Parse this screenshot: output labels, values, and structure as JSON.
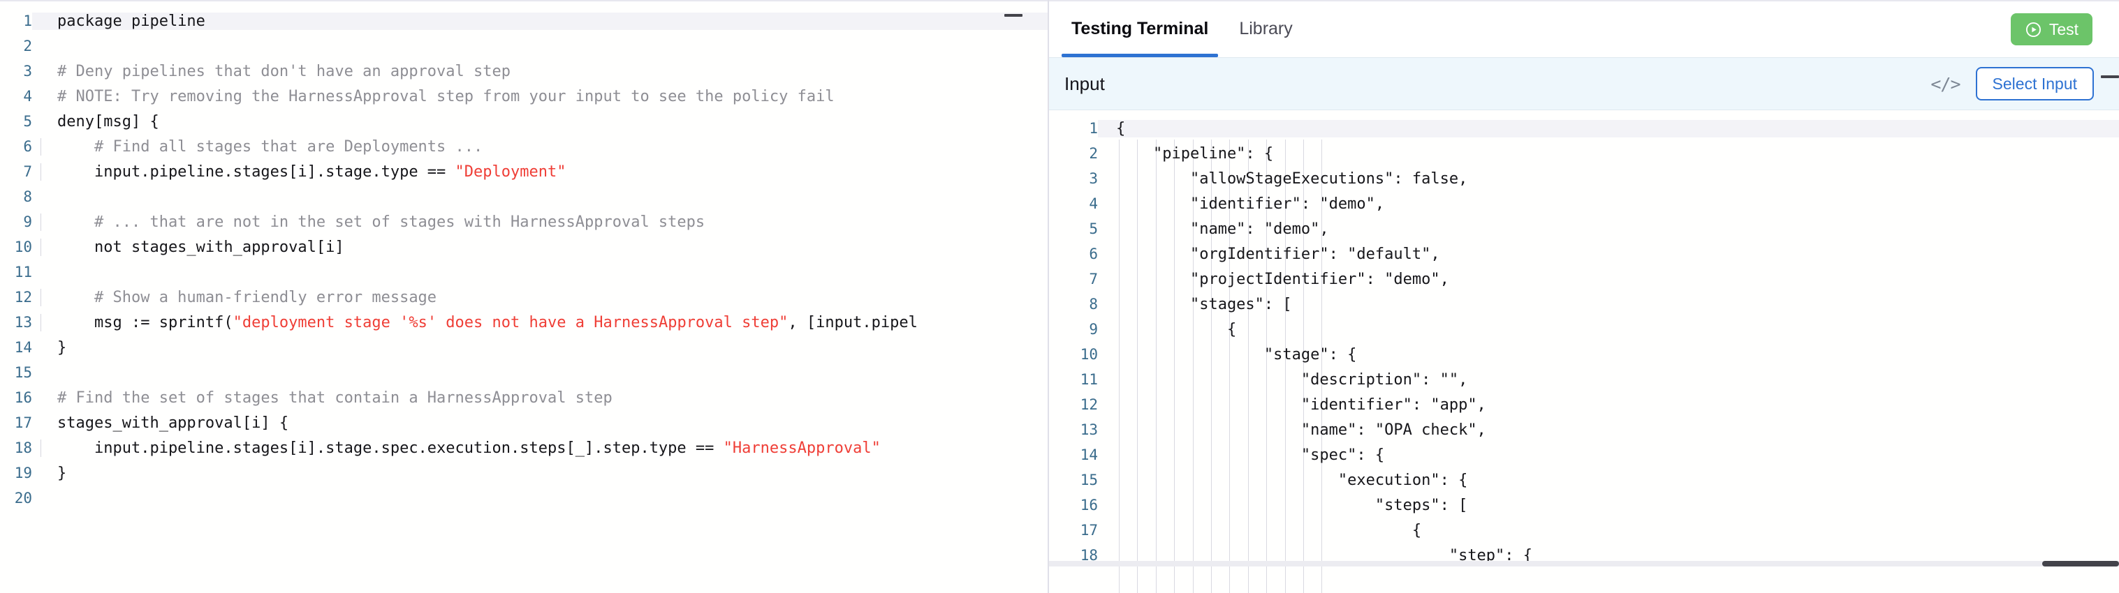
{
  "editor": {
    "collapse_icon": "minimize-icon",
    "language": "rego",
    "lines": [
      {
        "n": "1",
        "indent": false,
        "parts": [
          {
            "t": "package pipeline",
            "c": "code"
          }
        ]
      },
      {
        "n": "2",
        "indent": false,
        "parts": [
          {
            "t": "",
            "c": "code"
          }
        ]
      },
      {
        "n": "3",
        "indent": false,
        "parts": [
          {
            "t": "# Deny pipelines that don't have an approval step",
            "c": "cm"
          }
        ]
      },
      {
        "n": "4",
        "indent": false,
        "parts": [
          {
            "t": "# NOTE: Try removing the HarnessApproval step from your input to see the policy fail",
            "c": "cm"
          }
        ]
      },
      {
        "n": "5",
        "indent": false,
        "parts": [
          {
            "t": "deny[msg] {",
            "c": "code"
          }
        ]
      },
      {
        "n": "6",
        "indent": true,
        "parts": [
          {
            "t": "    # Find all stages that are Deployments ...",
            "c": "cm"
          }
        ]
      },
      {
        "n": "7",
        "indent": true,
        "parts": [
          {
            "t": "    input.pipeline.stages[i].stage.type == ",
            "c": "code"
          },
          {
            "t": "\"Deployment\"",
            "c": "str"
          }
        ]
      },
      {
        "n": "8",
        "indent": true,
        "parts": [
          {
            "t": "",
            "c": "code"
          }
        ]
      },
      {
        "n": "9",
        "indent": true,
        "parts": [
          {
            "t": "    # ... that are not in the set of stages with HarnessApproval steps",
            "c": "cm"
          }
        ]
      },
      {
        "n": "10",
        "indent": true,
        "parts": [
          {
            "t": "    not stages_with_approval[i]",
            "c": "code"
          }
        ]
      },
      {
        "n": "11",
        "indent": true,
        "parts": [
          {
            "t": "",
            "c": "code"
          }
        ]
      },
      {
        "n": "12",
        "indent": true,
        "parts": [
          {
            "t": "    # Show a human-friendly error message",
            "c": "cm"
          }
        ]
      },
      {
        "n": "13",
        "indent": true,
        "parts": [
          {
            "t": "    msg := sprintf(",
            "c": "code"
          },
          {
            "t": "\"deployment stage '%s' does not have a HarnessApproval step\"",
            "c": "str"
          },
          {
            "t": ", [input.pipel",
            "c": "code"
          }
        ]
      },
      {
        "n": "14",
        "indent": false,
        "parts": [
          {
            "t": "}",
            "c": "code"
          }
        ]
      },
      {
        "n": "15",
        "indent": false,
        "parts": [
          {
            "t": "",
            "c": "code"
          }
        ]
      },
      {
        "n": "16",
        "indent": false,
        "parts": [
          {
            "t": "# Find the set of stages that contain a HarnessApproval step",
            "c": "cm"
          }
        ]
      },
      {
        "n": "17",
        "indent": false,
        "parts": [
          {
            "t": "stages_with_approval[i] {",
            "c": "code"
          }
        ]
      },
      {
        "n": "18",
        "indent": true,
        "parts": [
          {
            "t": "    input.pipeline.stages[i].stage.spec.execution.steps[_].step.type == ",
            "c": "code"
          },
          {
            "t": "\"HarnessApproval\"",
            "c": "str"
          }
        ]
      },
      {
        "n": "19",
        "indent": false,
        "parts": [
          {
            "t": "}",
            "c": "code"
          }
        ]
      },
      {
        "n": "20",
        "indent": false,
        "parts": [
          {
            "t": "",
            "c": "code"
          }
        ]
      }
    ]
  },
  "test_panel": {
    "tabs": [
      {
        "label": "Testing Terminal",
        "active": true
      },
      {
        "label": "Library",
        "active": false
      }
    ],
    "test_button": {
      "label": "Test",
      "icon": "play-circle-icon",
      "color": "#6cc469"
    },
    "collapse_icon": "minimize-icon",
    "input_bar": {
      "label": "Input",
      "code_icon": "code-brackets-icon",
      "select_input_label": "Select Input",
      "accent_color": "#2e72d2",
      "background": "#eef7fc"
    },
    "json_lines": [
      {
        "n": "1",
        "text": "{"
      },
      {
        "n": "2",
        "text": "    \"pipeline\": {"
      },
      {
        "n": "3",
        "text": "        \"allowStageExecutions\": false,"
      },
      {
        "n": "4",
        "text": "        \"identifier\": \"demo\","
      },
      {
        "n": "5",
        "text": "        \"name\": \"demo\","
      },
      {
        "n": "6",
        "text": "        \"orgIdentifier\": \"default\","
      },
      {
        "n": "7",
        "text": "        \"projectIdentifier\": \"demo\","
      },
      {
        "n": "8",
        "text": "        \"stages\": ["
      },
      {
        "n": "9",
        "text": "            {"
      },
      {
        "n": "10",
        "text": "                \"stage\": {"
      },
      {
        "n": "11",
        "text": "                    \"description\": \"\","
      },
      {
        "n": "12",
        "text": "                    \"identifier\": \"app\","
      },
      {
        "n": "13",
        "text": "                    \"name\": \"OPA check\","
      },
      {
        "n": "14",
        "text": "                    \"spec\": {"
      },
      {
        "n": "15",
        "text": "                        \"execution\": {"
      },
      {
        "n": "16",
        "text": "                            \"steps\": ["
      },
      {
        "n": "17",
        "text": "                                {"
      },
      {
        "n": "18",
        "text": "                                    \"step\": {"
      }
    ]
  }
}
